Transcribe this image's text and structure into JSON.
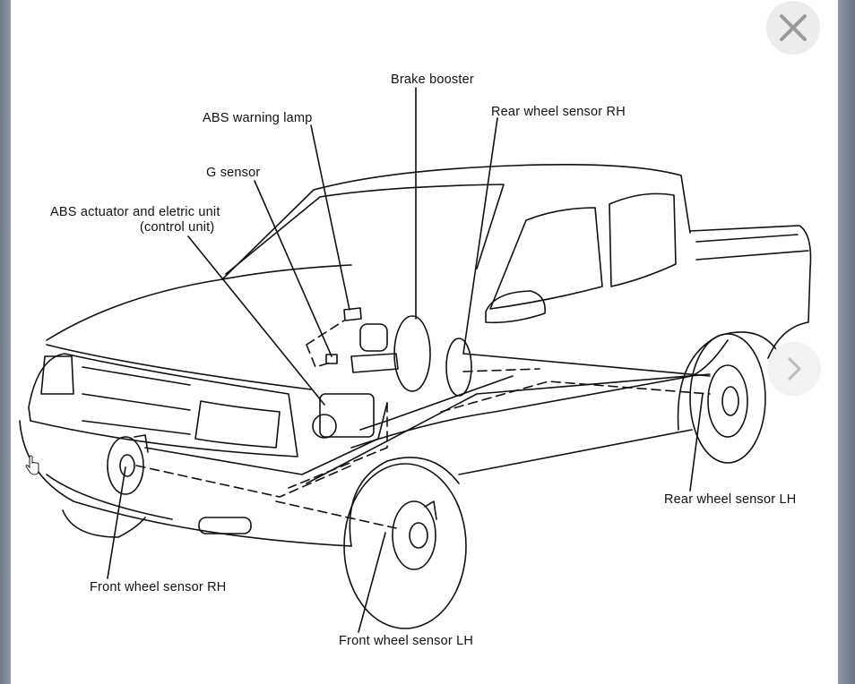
{
  "viewer": {
    "close_icon": "close-icon",
    "next_icon": "chevron-right-icon"
  },
  "diagram": {
    "labels": {
      "brake_booster": "Brake booster",
      "abs_warning_lamp": "ABS warning lamp",
      "rear_wheel_sensor_rh": "Rear wheel sensor RH",
      "g_sensor": "G sensor",
      "abs_actuator_line1": "ABS actuator and eletric unit",
      "abs_actuator_line2": "(control unit)",
      "rear_wheel_sensor_lh": "Rear wheel sensor LH",
      "front_wheel_sensor_rh": "Front wheel sensor RH",
      "front_wheel_sensor_lh": "Front wheel sensor LH"
    }
  }
}
